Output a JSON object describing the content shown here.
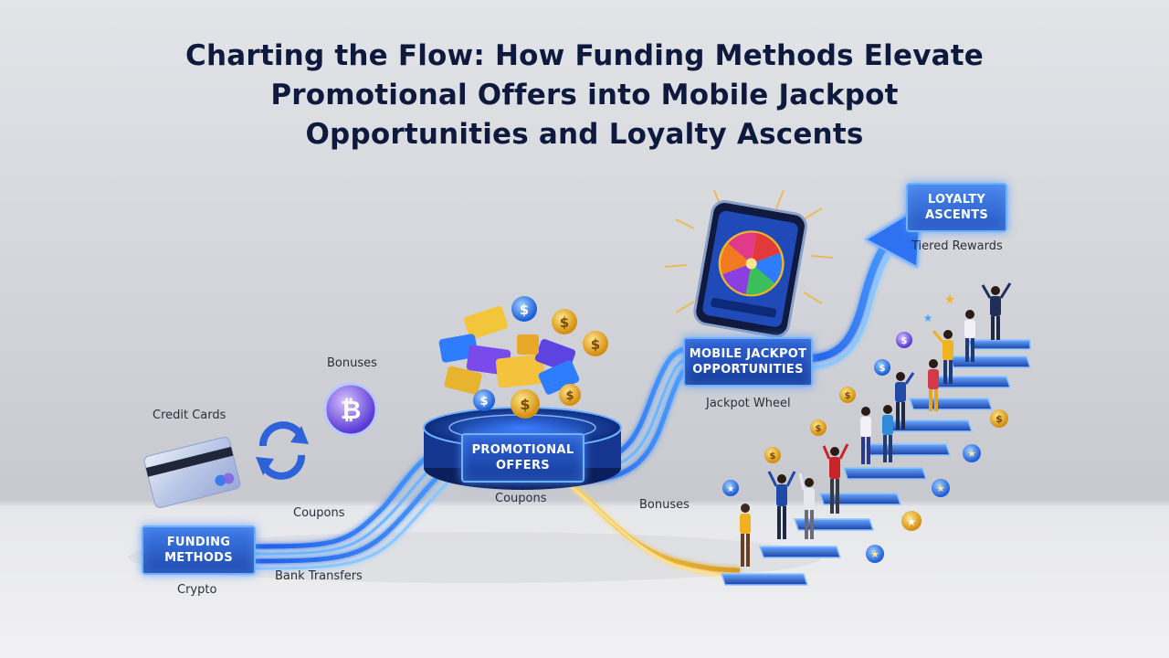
{
  "title": {
    "line1": "Charting the Flow: How Funding Methods Elevate",
    "line2": "Promotional Offers into Mobile Jackpot",
    "line3": "Opportunities and Loyalty Ascents"
  },
  "nodes": {
    "funding": [
      "FUNDING",
      "METHODS"
    ],
    "promotional": [
      "PROMOTIONAL",
      "OFFERS"
    ],
    "jackpot": [
      "MOBILE JACKPOT",
      "OPPORTUNITIES"
    ],
    "loyalty": [
      "LOYALTY",
      "ASCENTS"
    ]
  },
  "labels": {
    "credit_cards": "Credit Cards",
    "crypto": "Crypto",
    "bank_transfers": "Bank Transfers",
    "coupons_left": "Coupons",
    "bonuses_left": "Bonuses",
    "coupons_center": "Coupons",
    "bonuses_center": "Bonuses",
    "jackpot_wheel": "Jackpot Wheel",
    "tiered_rewards": "Tiered Rewards"
  },
  "colors": {
    "flow_blue": "#2f7dff",
    "flow_gold": "#e9b53a",
    "node_fill": "#2350b0",
    "title": "#0e1a3d"
  }
}
